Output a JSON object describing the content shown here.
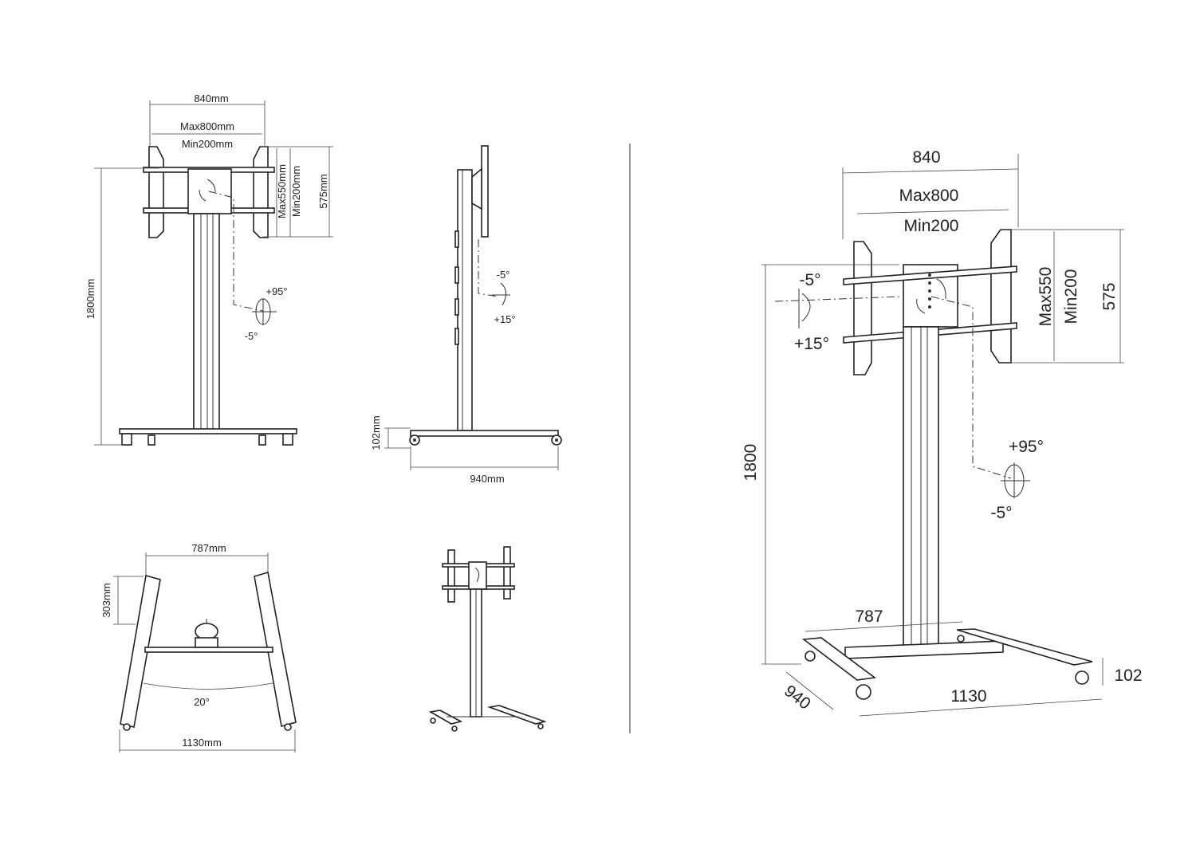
{
  "front_view": {
    "width": "840mm",
    "vesa_max_w": "Max800mm",
    "vesa_min_w": "Min200mm",
    "vesa_max_h": "Max550mm",
    "vesa_min_h": "Min200mm",
    "bracket_h": "575mm",
    "height": "1800mm",
    "tilt_up": "+95°",
    "tilt_down": "-5°"
  },
  "side_view": {
    "tilt_up": "-5°",
    "tilt_down": "+15°",
    "base_h": "102mm",
    "depth": "940mm"
  },
  "top_view": {
    "inner_w": "787mm",
    "leg_offset": "303mm",
    "angle": "20°",
    "outer_w": "1130mm"
  },
  "iso_view": {
    "width": "840",
    "vesa_max_w": "Max800",
    "vesa_min_w": "Min200",
    "vesa_max_h": "Max550",
    "vesa_min_h": "Min200",
    "bracket_h": "575",
    "height": "1800",
    "tilt_a": "-5°",
    "tilt_b": "+15°",
    "swivel_up": "+95°",
    "swivel_down": "-5°",
    "inner_w": "787",
    "base_h": "102",
    "outer_w": "1130",
    "depth": "940"
  }
}
